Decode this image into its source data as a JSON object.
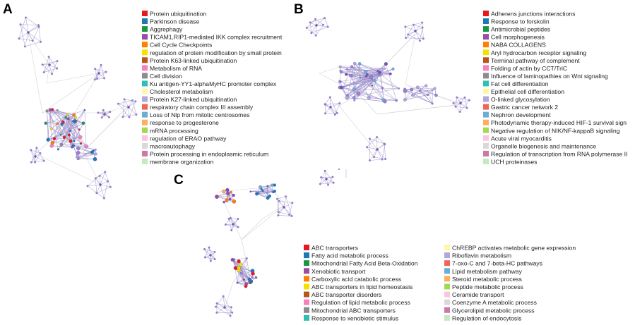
{
  "panels": [
    {
      "letter": "A",
      "legend": [
        {
          "label": "Protein ubiquitination",
          "color": "#e41a1c"
        },
        {
          "label": "Parkinson disease",
          "color": "#1f78b4"
        },
        {
          "label": "Aggrephagy",
          "color": "#1a9641"
        },
        {
          "label": "TICAM1,RIP1-mediated IKK complex recruitment",
          "color": "#984ea3"
        },
        {
          "label": "Cell Cycle Checkpoints",
          "color": "#ff7f00"
        },
        {
          "label": "regulation of protein modification by small protein",
          "color": "#f2e200"
        },
        {
          "label": "Protein K63-linked ubiquitination",
          "color": "#b8541c"
        },
        {
          "label": "Metabolism of RNA",
          "color": "#f781bf"
        },
        {
          "label": "Cell division",
          "color": "#8c8c8c"
        },
        {
          "label": "Ku antigen-YY1-alphaMyHC promoter complex",
          "color": "#2fbfb3"
        },
        {
          "label": "Cholesterol metabolism",
          "color": "#fff7a8"
        },
        {
          "label": "Protein K27-linked ubiquitination",
          "color": "#b3a7d9"
        },
        {
          "label": "respiratory chain complex III assembly",
          "color": "#f0645a"
        },
        {
          "label": "Loss of Nlp from mitotic centrosomes",
          "color": "#6aaed6"
        },
        {
          "label": "response to progesterone",
          "color": "#fdae61"
        },
        {
          "label": "mRNA processing",
          "color": "#a6d854"
        },
        {
          "label": "regulation of ERAO pathway",
          "color": "#fcc5dd"
        },
        {
          "label": "macroautophagy",
          "color": "#d9d9d9"
        },
        {
          "label": "Protein processing in endoplasmic reticulum",
          "color": "#cc79a7"
        },
        {
          "label": "membrane organization",
          "color": "#c7e9c0"
        }
      ]
    },
    {
      "letter": "B",
      "legend": [
        {
          "label": "Adherens junctions interactions",
          "color": "#e41a1c"
        },
        {
          "label": "Response to forskolin",
          "color": "#1f78b4"
        },
        {
          "label": "Antimicrobial peptides",
          "color": "#1a9641"
        },
        {
          "label": "Cell morphogenesis",
          "color": "#984ea3"
        },
        {
          "label": "NABA COLLAGENS",
          "color": "#ff7f00"
        },
        {
          "label": "Aryl hydrocarbon receptor signaling",
          "color": "#f2e200"
        },
        {
          "label": "Terminal pathway of complement",
          "color": "#b8541c"
        },
        {
          "label": "Folding of actin by CCT/TriC",
          "color": "#f781bf"
        },
        {
          "label": "Influence of laminopathies on Wnt signaling",
          "color": "#8c8c8c"
        },
        {
          "label": "Fat cell differentiation",
          "color": "#2fbfb3"
        },
        {
          "label": "Epithelial cell differentiation",
          "color": "#fff7a8"
        },
        {
          "label": "O-linked glycosylation",
          "color": "#b3a7d9"
        },
        {
          "label": "Gastric cancer network 2",
          "color": "#f0645a"
        },
        {
          "label": "Nephron development",
          "color": "#6aaed6"
        },
        {
          "label": "Photodynamic therapy-induced HIF-1 survival sign",
          "color": "#fdae61"
        },
        {
          "label": "Negative regulation of NIK/NF-kappaB signaling",
          "color": "#a6d854"
        },
        {
          "label": "Acute viral myocarditis",
          "color": "#fcc5dd"
        },
        {
          "label": "Organelle biogenesis and maintenance",
          "color": "#d9d9d9"
        },
        {
          "label": "Regulation of transcription from RNA polymerase II",
          "color": "#cc79a7"
        },
        {
          "label": "UCH proteinases",
          "color": "#c7e9c0"
        }
      ]
    },
    {
      "letter": "C",
      "legend_col1": [
        {
          "label": "ABC transporters",
          "color": "#e41a1c"
        },
        {
          "label": "Fatty acid metabolic process",
          "color": "#1f78b4"
        },
        {
          "label": "Mitochondrial Fatty Acid Beta-Oxidation",
          "color": "#1a9641"
        },
        {
          "label": "Xenobiotic transport",
          "color": "#984ea3"
        },
        {
          "label": "Carboxylic acid catabolic process",
          "color": "#ff7f00"
        },
        {
          "label": "ABC transporters in lipid homeostasis",
          "color": "#f2e200"
        },
        {
          "label": "ABC transporter disorders",
          "color": "#b8541c"
        },
        {
          "label": "Regulation of lipid metabolic process",
          "color": "#f781bf"
        },
        {
          "label": "Mitochondrial ABC transporters",
          "color": "#8c8c8c"
        },
        {
          "label": "Response to xenobiotic stimulus",
          "color": "#2fbfb3"
        }
      ],
      "legend_col2": [
        {
          "label": "ChREBP activates metabolic gene expression",
          "color": "#fff7a8"
        },
        {
          "label": "Riboflavin metabolism",
          "color": "#b3a7d9"
        },
        {
          "label": "7-oxo-C and 7-beta-HC pathways",
          "color": "#f0645a"
        },
        {
          "label": "Lipid metabolism pathway",
          "color": "#6aaed6"
        },
        {
          "label": "Steroid metabolic process",
          "color": "#fdae61"
        },
        {
          "label": "Peptide metabolic process",
          "color": "#a6d854"
        },
        {
          "label": "Ceramide transport",
          "color": "#fcc5dd"
        },
        {
          "label": "Coenzyme A metabolic process",
          "color": "#d9d9d9"
        },
        {
          "label": "Glycerolipid metabolic process",
          "color": "#cc79a7"
        },
        {
          "label": "Regulation of endocytosis",
          "color": "#c7e9c0"
        }
      ]
    }
  ]
}
